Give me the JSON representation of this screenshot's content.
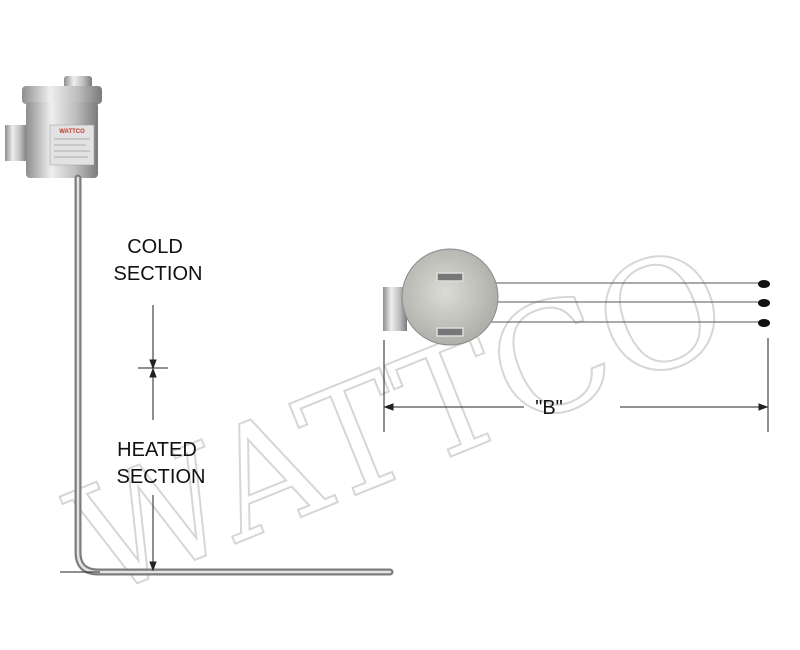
{
  "watermark": "WATTCO",
  "heater_head_brand": "WATTCO",
  "labels": {
    "cold_line1": "COLD",
    "cold_line2": "SECTION",
    "heated_line1": "HEATED",
    "heated_line2": "SECTION",
    "dimension_b": "\"B\""
  },
  "colors": {
    "line": "#222222",
    "metal": "#b8b8b8",
    "watermark": "#d6d6d6",
    "brand": "#c0392b"
  }
}
